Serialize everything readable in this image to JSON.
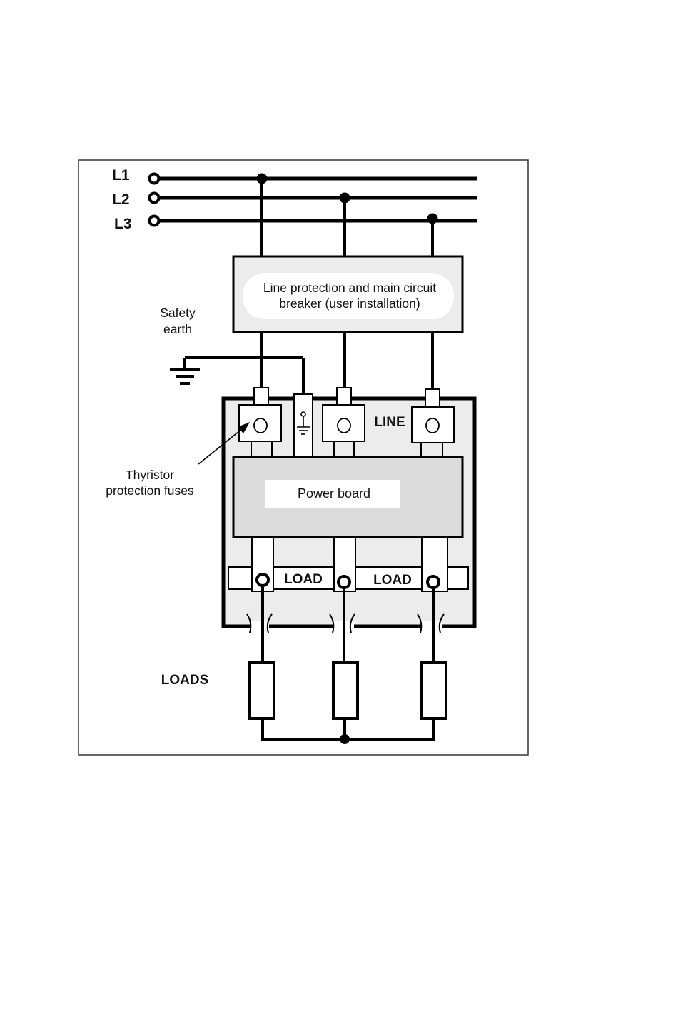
{
  "diagram": {
    "phases": {
      "l1": "L1",
      "l2": "L2",
      "l3": "L3"
    },
    "breaker": {
      "line1": "Line protection and main circuit",
      "line2": "breaker (user installation)"
    },
    "safety_earth": {
      "line1": "Safety",
      "line2": "earth"
    },
    "line_label": "LINE",
    "fuses_label": {
      "line1": "Thyristor",
      "line2": "protection fuses"
    },
    "power_board": "Power board",
    "load_terminal_1": "LOAD",
    "load_terminal_2": "LOAD",
    "loads_label": "LOADS"
  }
}
